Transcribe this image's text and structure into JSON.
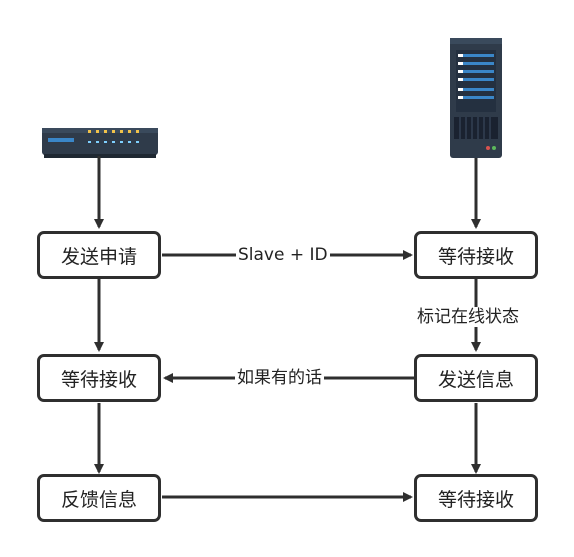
{
  "left_column": {
    "node_1": "发送申请",
    "node_2": "等待接收",
    "node_3": "反馈信息"
  },
  "right_column": {
    "node_1": "等待接收",
    "node_2": "发送信息",
    "node_3": "等待接收"
  },
  "edge_labels": {
    "request": "Slave + ID",
    "mark_online": "标记在线状态",
    "if_any": "如果有的话"
  },
  "icons": {
    "left_device": "network-switch-icon",
    "right_device": "server-tower-icon"
  },
  "colors": {
    "line": "#2f2f2f",
    "device_body": "#2f3b4a",
    "device_accent": "#3a86c8"
  }
}
